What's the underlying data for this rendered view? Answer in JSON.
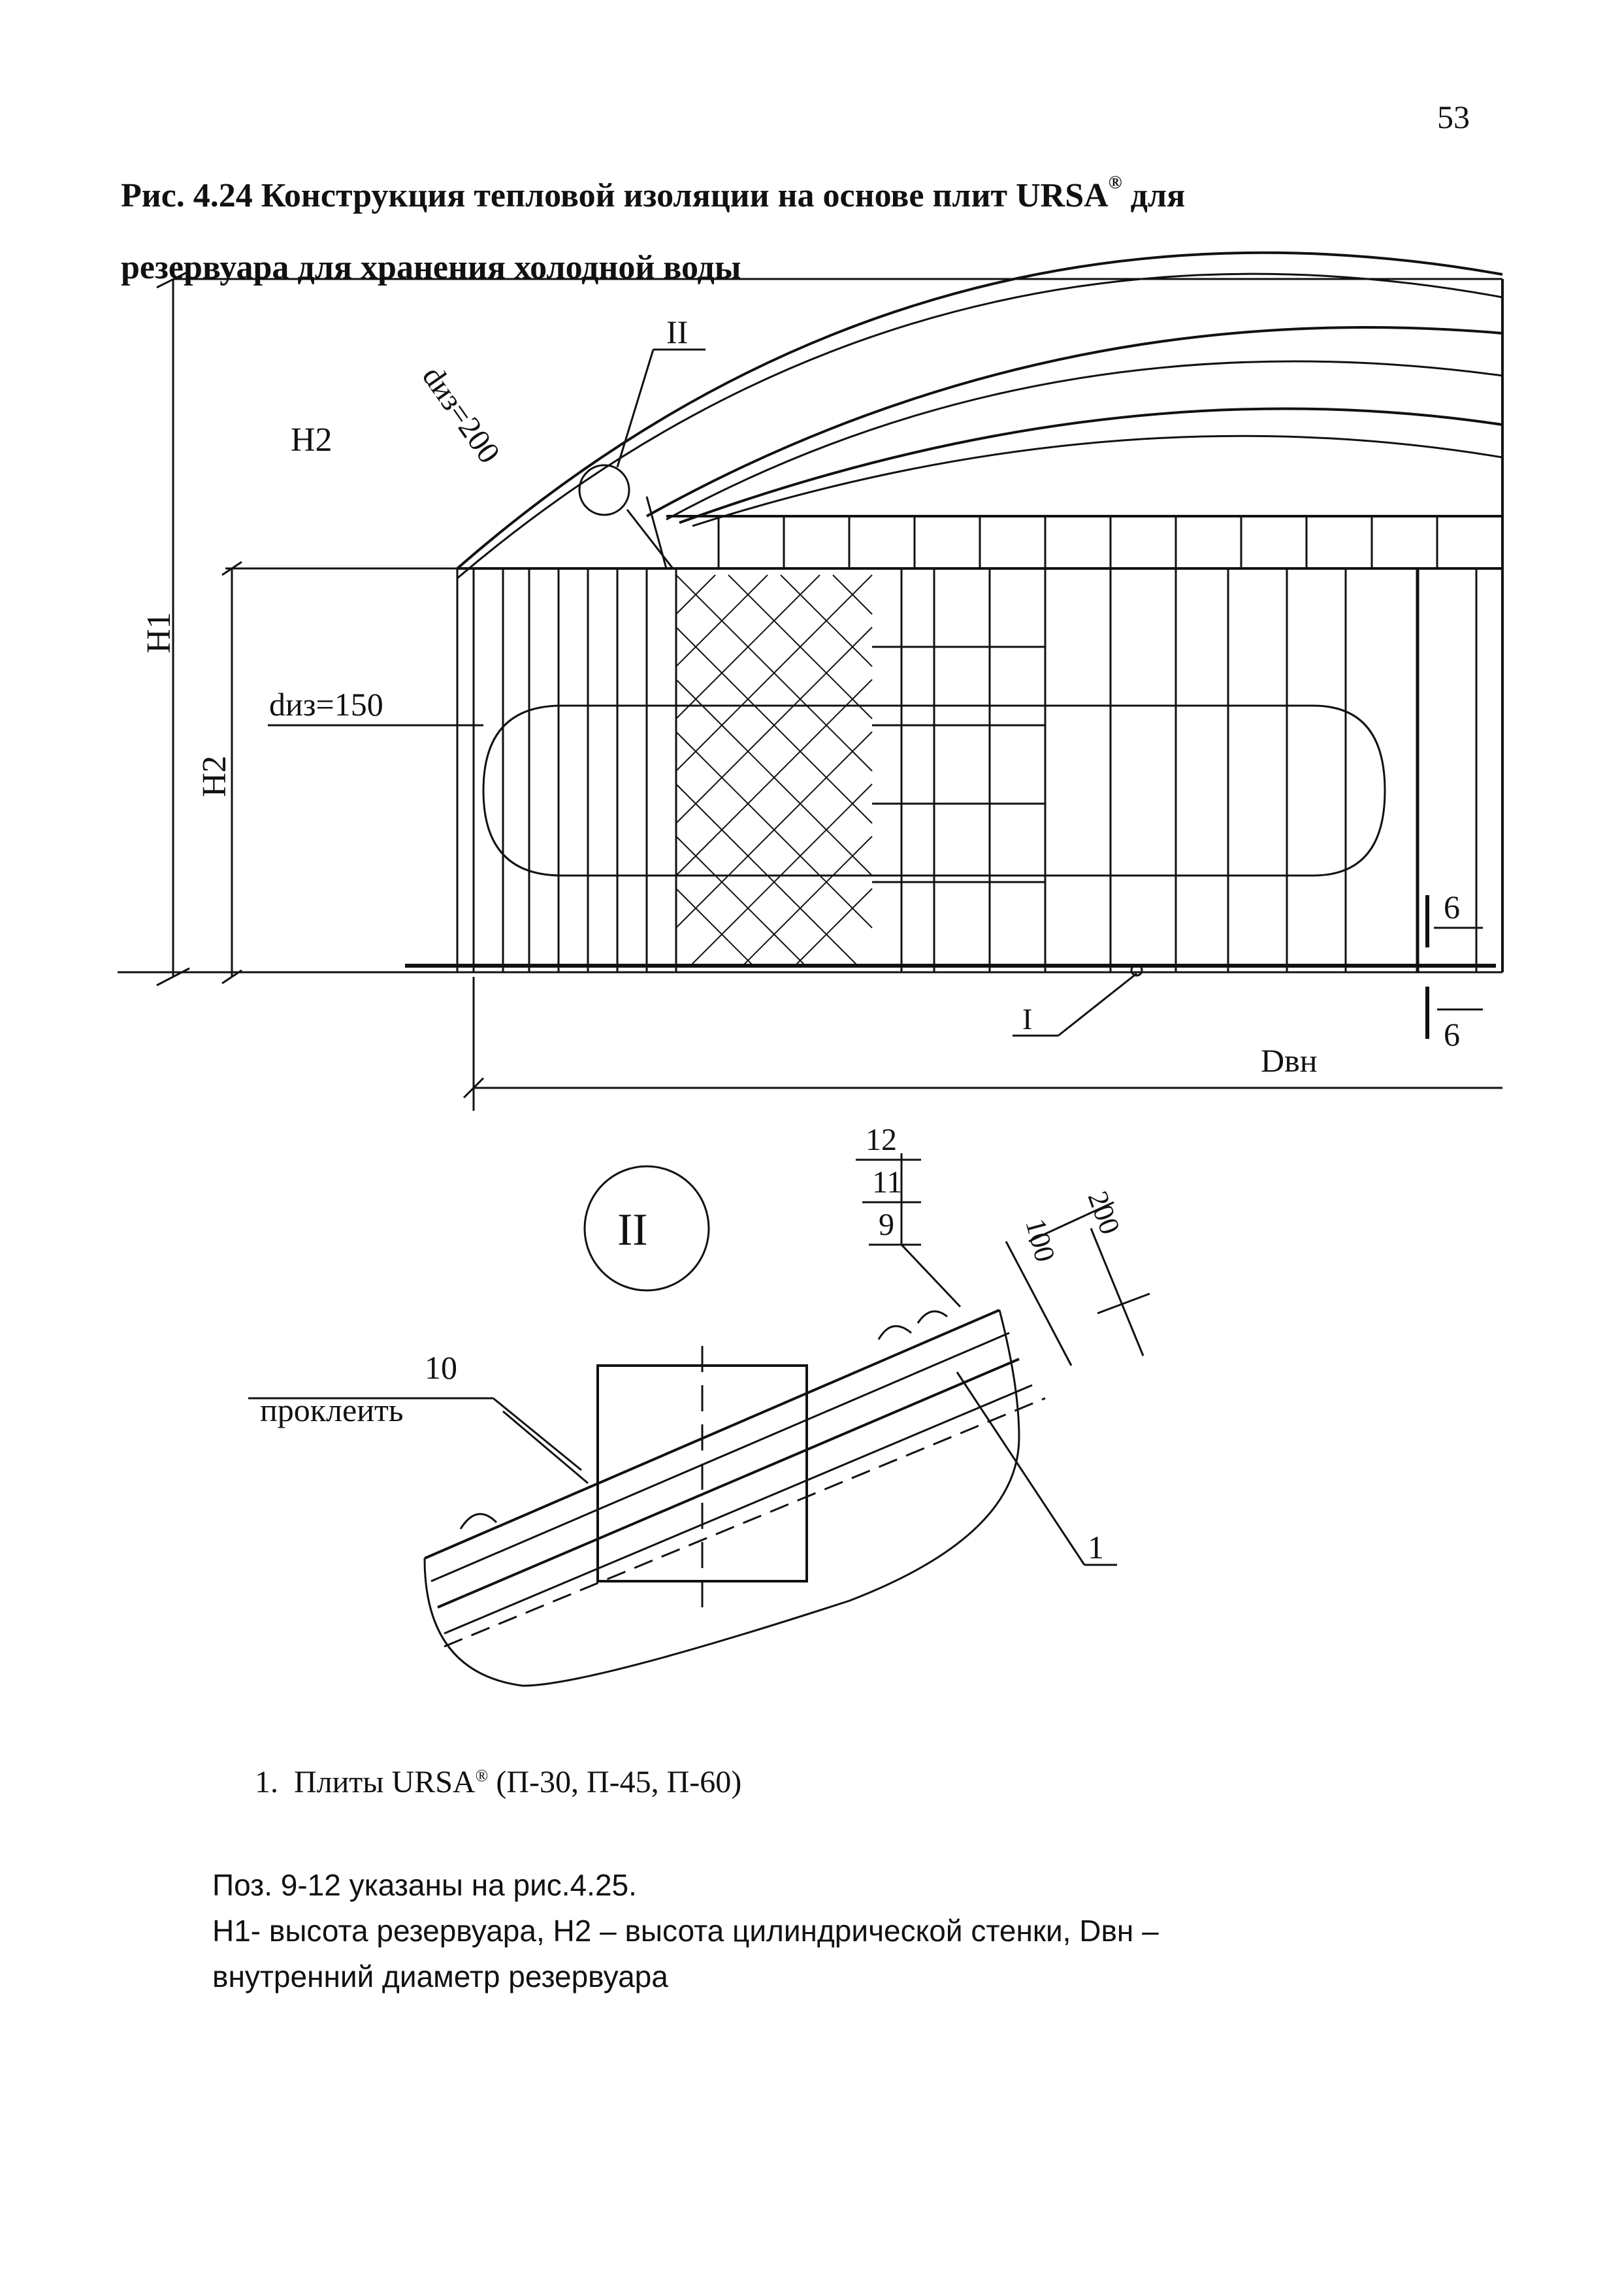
{
  "page_number": "53",
  "title": {
    "prefix": "Рис. 4.24 Конструкция тепловой изоляции на основе плит URSA",
    "reg_mark": "®",
    "suffix_line1": " для",
    "line2": "резервуара для хранения холодной воды"
  },
  "main_drawing": {
    "label_h2_top": "H2",
    "label_h1": "H1",
    "label_h2_side": "H2",
    "label_diz_150": "dиз=150",
    "label_diz_200": "dиз=200",
    "callout_ii": "II",
    "callout_i": "I",
    "label_dvn": "Dвн",
    "section_mark_top": "6",
    "section_mark_bottom": "6"
  },
  "detail_drawing": {
    "detail_label": "II",
    "pos_12": "12",
    "pos_11": "11",
    "pos_9": "9",
    "dim_100": "100",
    "dim_200": "200",
    "pos_10": "10",
    "note_glue": "проклеить",
    "pos_1": "1"
  },
  "legend": {
    "number": "1.",
    "text_prefix": "Плиты URSA",
    "reg_mark": "®",
    "text_suffix": " (П-30, П-45, П-60)"
  },
  "notes": {
    "line1": "Поз. 9-12 указаны на рис.4.25.",
    "line2": "H1- высота резервуара, H2 – высота цилиндрической стенки, Dвн –",
    "line3": "внутренний диаметр резервуара"
  }
}
